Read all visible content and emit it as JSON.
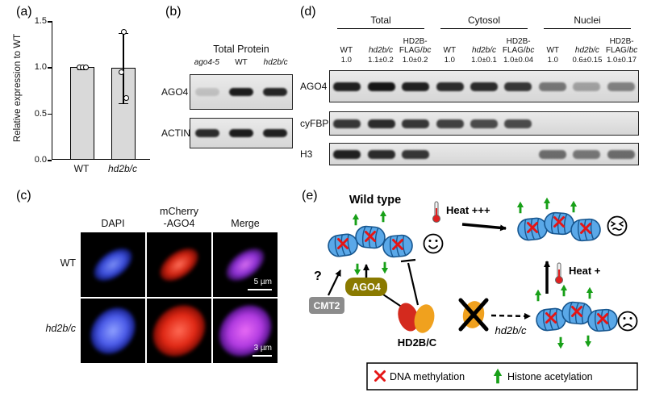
{
  "panels": {
    "a": {
      "label": "(a)"
    },
    "b": {
      "label": "(b)",
      "title": "Total Protein",
      "lanes": [
        {
          "text": "ago4-5",
          "italic": true
        },
        {
          "text": "WT",
          "italic": false
        },
        {
          "text": "hd2b/c",
          "italic": true
        }
      ],
      "rows": [
        {
          "label": "AGO4",
          "bands": [
            0.15,
            0.92,
            0.88
          ]
        },
        {
          "label": "ACTIN",
          "bands": [
            0.85,
            0.92,
            0.9
          ]
        }
      ]
    },
    "c": {
      "label": "(c)",
      "columns": [
        {
          "l1": "DAPI",
          "l2": ""
        },
        {
          "l1": "mCherry",
          "l2": "-AGO4"
        },
        {
          "l1": "Merge",
          "l2": ""
        }
      ],
      "rows": [
        {
          "text": "WT"
        },
        {
          "text": "hd2b/c"
        }
      ],
      "scale_top": "5 µm",
      "scale_bottom": "3 µm"
    },
    "d": {
      "label": "(d)",
      "groups": [
        "Total",
        "Cytosol",
        "Nuclei"
      ],
      "lanes": [
        {
          "l1": "WT",
          "i1": false
        },
        {
          "l1": "hd2b/c",
          "i1": true
        },
        {
          "l1": "HD2B-",
          "l2": "FLAG/",
          "l2i": "bc"
        },
        {
          "l1": "WT",
          "i1": false
        },
        {
          "l1": "hd2b/c",
          "i1": true
        },
        {
          "l1": "HD2B-",
          "l2": "FLAG/",
          "l2i": "bc"
        },
        {
          "l1": "WT",
          "i1": false
        },
        {
          "l1": "hd2b/c",
          "i1": true
        },
        {
          "l1": "HD2B-",
          "l2": "FLAG/",
          "l2i": "bc"
        }
      ],
      "values": [
        "1.0",
        "1.1±0.2",
        "1.0±0.2",
        "1.0",
        "1.0±0.1",
        "1.0±0.04",
        "1.0",
        "0.6±0.15",
        "1.0±0.17"
      ],
      "rows": [
        {
          "label": "AGO4",
          "bands": [
            0.9,
            0.95,
            0.9,
            0.85,
            0.85,
            0.8,
            0.5,
            0.3,
            0.45
          ]
        },
        {
          "label": "cyFBP",
          "bands": [
            0.8,
            0.85,
            0.8,
            0.75,
            0.7,
            0.7,
            0,
            0,
            0
          ]
        },
        {
          "label": "H3",
          "bands": [
            0.9,
            0.85,
            0.8,
            0,
            0,
            0,
            0.55,
            0.5,
            0.55
          ]
        }
      ]
    },
    "e": {
      "label": "(e)",
      "wild_type": "Wild type",
      "ago4": "AGO4",
      "cmt2": "CMT2",
      "hd2bc": "HD2B/C",
      "heat_high": "Heat +++",
      "heat_low": "Heat +",
      "mutant": "hd2b/c",
      "question": "?",
      "legend": {
        "dna": "DNA methylation",
        "histone": "Histone acetylation"
      },
      "colors": {
        "nucleosome": "#5aa8e8",
        "methylation": "#e51515",
        "acetylation": "#18a018",
        "ago4_fill": "#8a7a00",
        "cmt2_fill": "#8c8c8c",
        "hd2b_red": "#d42a1e",
        "hd2b_orange": "#f0a11e"
      }
    }
  },
  "chart_data": {
    "type": "bar",
    "categories": [
      "WT",
      "hd2b/c"
    ],
    "categories_italic": [
      false,
      true
    ],
    "values": [
      1.0,
      0.99
    ],
    "errors": [
      0.02,
      0.38
    ],
    "points": [
      [
        1.0,
        1.0,
        1.0
      ],
      [
        1.38,
        0.95,
        0.67
      ]
    ],
    "ylabel": "Relative expression to WT",
    "yticks": [
      0,
      0.5,
      1.0,
      1.5
    ],
    "ylim": [
      0,
      1.5
    ],
    "bar_fill": "#d9d9d9"
  }
}
